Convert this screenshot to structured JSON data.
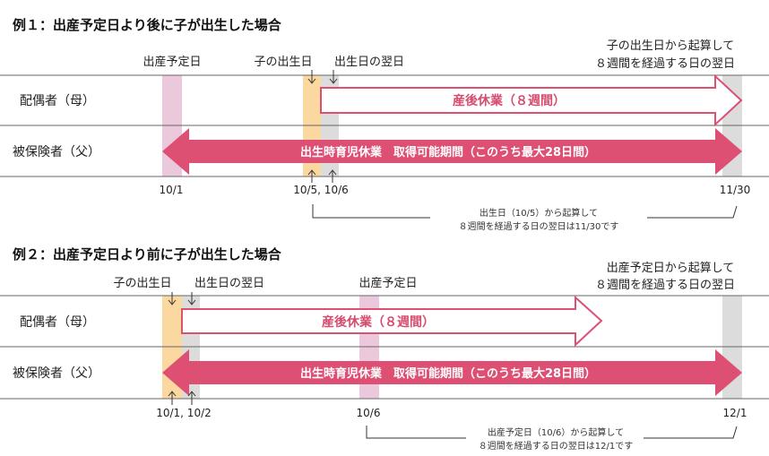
{
  "colors": {
    "pink_arrow": "#dd4f73",
    "due_band": "#ecc8dd",
    "birth_band": "#fbd8a0",
    "nextday_band": "#dcdcdc",
    "line": "#555555"
  },
  "example1": {
    "title": "例１：出産予定日より後に子が出生した場合",
    "label_due": "出産予定日",
    "label_birth": "子の出生日",
    "label_next": "出生日の翌日",
    "label_end_l1": "子の出生日から起算して",
    "label_end_l2": "８週間を経過する日の翌日",
    "row_mother": "配偶者（母）",
    "row_father": "被保険者（父）",
    "postpartum_text": "産後休業（８週間）",
    "childcare_text": "出生時育児休業　取得可能期間（このうち最大28日間）",
    "date_due": "10/1",
    "date_birth": "10/5, 10/6",
    "date_end": "11/30",
    "note_l1": "出生日（10/5）から起算して",
    "note_l2": "８週間を経過する日の翌日は11/30です"
  },
  "example2": {
    "title": "例２：出産予定日より前に子が出生した場合",
    "label_birth": "子の出生日",
    "label_next": "出生日の翌日",
    "label_due": "出産予定日",
    "label_end_l1": "出産予定日から起算して",
    "label_end_l2": "８週間を経過する日の翌日",
    "row_mother": "配偶者（母）",
    "row_father": "被保険者（父）",
    "postpartum_text": "産後休業（８週間）",
    "childcare_text": "出生時育児休業　取得可能期間（このうち最大28日間）",
    "date_birth": "10/1, 10/2",
    "date_due": "10/6",
    "date_end": "12/1",
    "note_l1": "出産予定日（10/6）から起算して",
    "note_l2": "８週間を経過する日の翌日は12/1です"
  }
}
